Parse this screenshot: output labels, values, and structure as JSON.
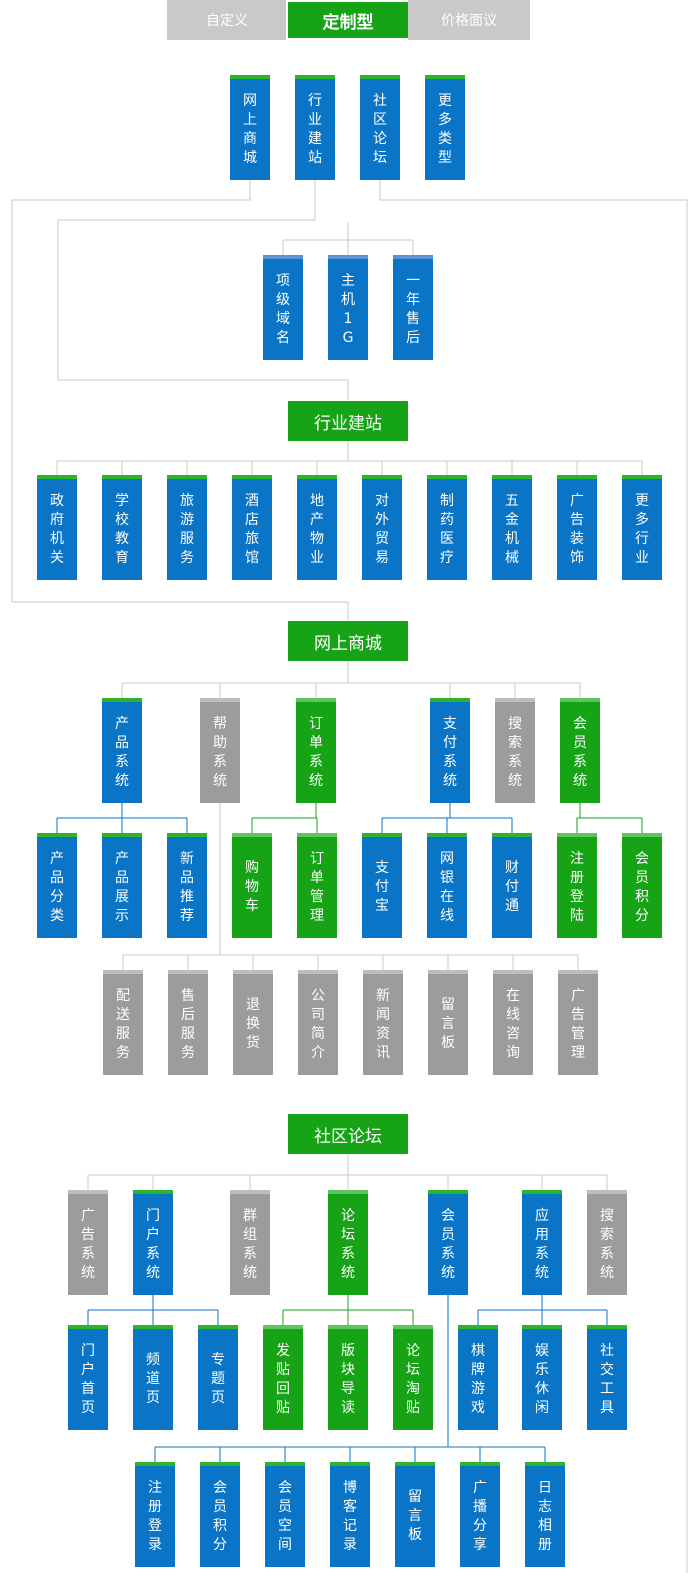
{
  "tabs": [
    {
      "label": "自定义",
      "state": "inactive"
    },
    {
      "label": "定制型",
      "state": "active"
    },
    {
      "label": "价格面议",
      "state": "inactive"
    }
  ],
  "colors": {
    "blue": "#0a74c6",
    "green": "#16a316",
    "gray": "#9c9c9c",
    "line": "#c8c8c8"
  },
  "types": [
    "网上商城",
    "行业建站",
    "社区论坛",
    "更多类型"
  ],
  "common": [
    "项级域名",
    "主机1G",
    "一年售后"
  ],
  "industry": {
    "title": "行业建站",
    "items": [
      "政府机关",
      "学校教育",
      "旅游服务",
      "酒店旅馆",
      "地产物业",
      "对外贸易",
      "制药医疗",
      "五金机械",
      "广告装饰",
      "更多行业"
    ]
  },
  "mall": {
    "title": "网上商城",
    "modules": [
      {
        "label": "产品系统",
        "color": "blue"
      },
      {
        "label": "帮助系统",
        "color": "gray"
      },
      {
        "label": "订单系统",
        "color": "green"
      },
      {
        "label": "支付系统",
        "color": "blue"
      },
      {
        "label": "搜索系统",
        "color": "gray"
      },
      {
        "label": "会员系统",
        "color": "green"
      }
    ],
    "subs": [
      {
        "label": "产品分类",
        "color": "blue"
      },
      {
        "label": "产品展示",
        "color": "blue"
      },
      {
        "label": "新品推荐",
        "color": "blue"
      },
      {
        "label": "购物车",
        "color": "green"
      },
      {
        "label": "订单管理",
        "color": "green"
      },
      {
        "label": "支付宝",
        "color": "blue"
      },
      {
        "label": "网银在线",
        "color": "blue"
      },
      {
        "label": "财付通",
        "color": "blue"
      },
      {
        "label": "注册登陆",
        "color": "green"
      },
      {
        "label": "会员积分",
        "color": "green"
      }
    ],
    "help": [
      "配送服务",
      "售后服务",
      "退换货",
      "公司简介",
      "新闻资讯",
      "留言板",
      "在线咨询",
      "广告管理"
    ]
  },
  "forum": {
    "title": "社区论坛",
    "modules": [
      {
        "label": "广告系统",
        "color": "gray"
      },
      {
        "label": "门户系统",
        "color": "blue"
      },
      {
        "label": "群组系统",
        "color": "gray"
      },
      {
        "label": "论坛系统",
        "color": "green"
      },
      {
        "label": "会员系统",
        "color": "blue"
      },
      {
        "label": "应用系统",
        "color": "blue"
      },
      {
        "label": "搜索系统",
        "color": "gray"
      }
    ],
    "subs": [
      {
        "label": "门户首页",
        "color": "blue"
      },
      {
        "label": "频道页",
        "color": "blue"
      },
      {
        "label": "专题页",
        "color": "blue"
      },
      {
        "label": "发贴回贴",
        "color": "green"
      },
      {
        "label": "版块导读",
        "color": "green"
      },
      {
        "label": "论坛淘贴",
        "color": "green"
      },
      {
        "label": "棋牌游戏",
        "color": "blue"
      },
      {
        "label": "娱乐休闲",
        "color": "blue"
      },
      {
        "label": "社交工具",
        "color": "blue"
      }
    ],
    "member": [
      "注册登录",
      "会员积分",
      "会员空间",
      "博客记录",
      "留言板",
      "广播分享",
      "日志相册"
    ]
  }
}
